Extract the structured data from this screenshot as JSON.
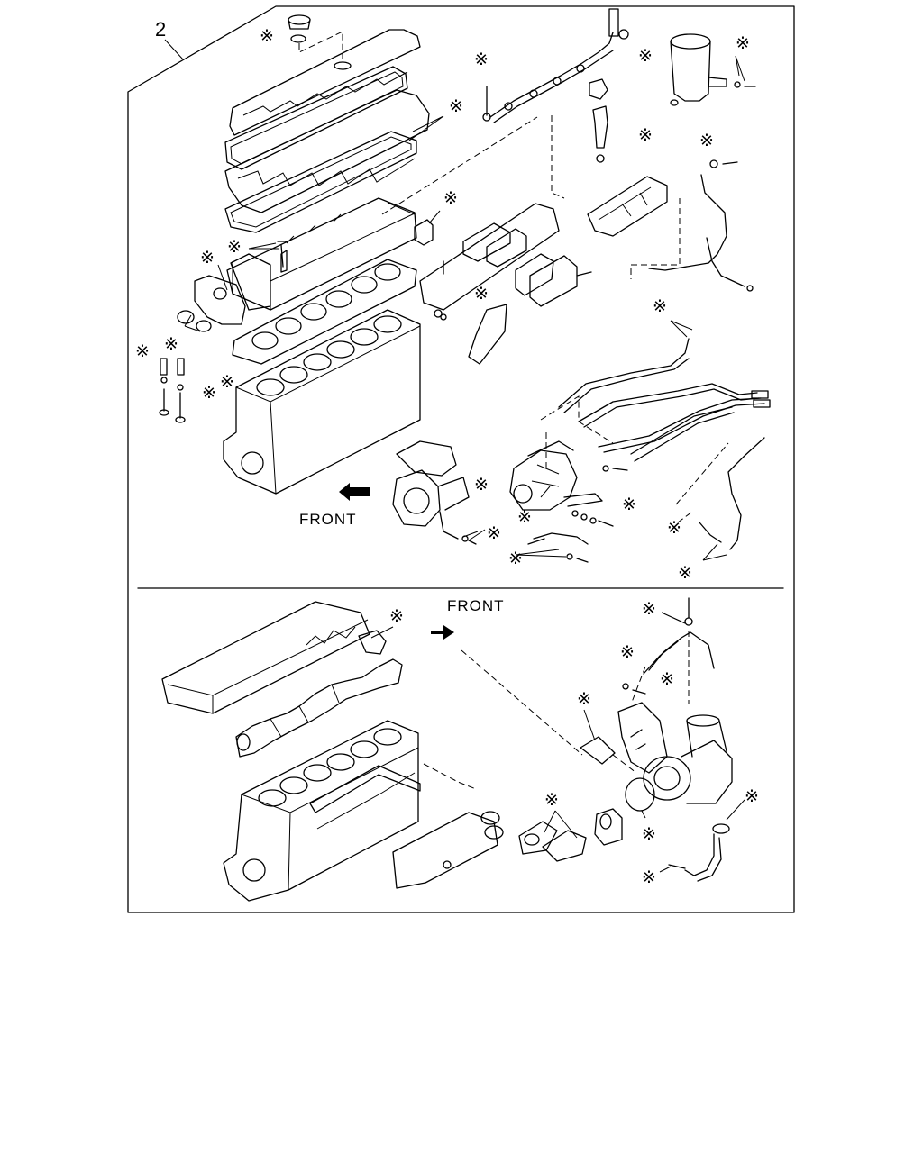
{
  "diagram": {
    "kit_number": "2",
    "upper_view": {
      "front_label": "FRONT"
    },
    "lower_view": {
      "front_label": "FRONT"
    },
    "marker_symbol": "※"
  }
}
